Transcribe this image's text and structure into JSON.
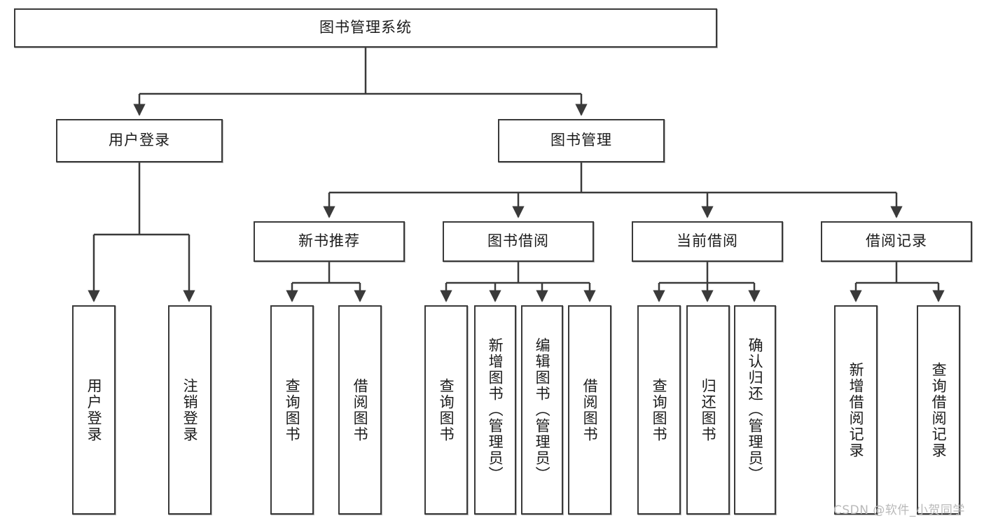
{
  "diagram": {
    "title": "图书管理系统",
    "type": "tree-hierarchy",
    "background_color": "#ffffff",
    "line_color": "#3a3a3a",
    "box_border_color": "#3a3a3a",
    "box_fill_color": "#ffffff",
    "text_color": "#1b1b1b"
  },
  "root": {
    "label": "图书管理系统"
  },
  "level2": [
    {
      "label": "用户登录"
    },
    {
      "label": "图书管理"
    }
  ],
  "level3": [
    {
      "label": "新书推荐"
    },
    {
      "label": "图书借阅"
    },
    {
      "label": "当前借阅"
    },
    {
      "label": "借阅记录"
    }
  ],
  "leaves": {
    "user_login": [
      {
        "label": "用户登录"
      },
      {
        "label": "注销登录"
      }
    ],
    "new_book_recommend": [
      {
        "label": "查询图书"
      },
      {
        "label": "借阅图书"
      }
    ],
    "book_borrow": [
      {
        "label": "查询图书"
      },
      {
        "label": "新增图书（管理员）"
      },
      {
        "label": "编辑图书（管理员）"
      },
      {
        "label": "借阅图书"
      }
    ],
    "current_borrow": [
      {
        "label": "查询图书"
      },
      {
        "label": "归还图书"
      },
      {
        "label": "确认归还（管理员）"
      }
    ],
    "borrow_record": [
      {
        "label": "新增借阅记录"
      },
      {
        "label": "查询借阅记录"
      }
    ]
  },
  "watermark": {
    "text": "CSDN @软件_小贺同学",
    "color": "#b9b9b9"
  }
}
